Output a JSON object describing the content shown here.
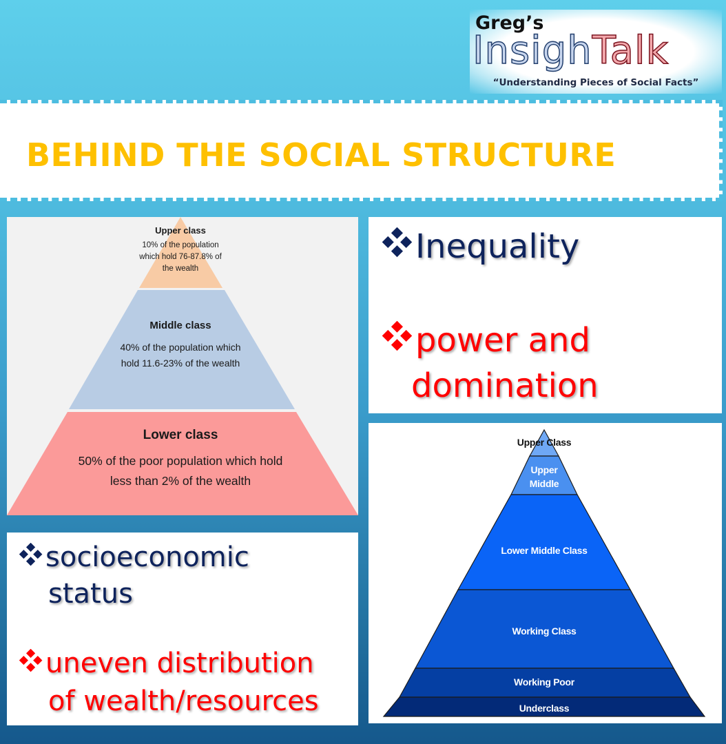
{
  "logo": {
    "line1": "Greg’s",
    "brand_part1": "Insigh",
    "brand_part2": "Talk",
    "tagline": "“Understanding Pieces of Social Facts”"
  },
  "title": "BEHIND THE SOCIAL STRUCTURE",
  "colors": {
    "title": "#fec000",
    "navy": "#0e235c",
    "red": "#ff0000",
    "upper_class": "#f8cba5",
    "middle_class": "#b8cce4",
    "lower_class": "#fb9a99"
  },
  "bullet_icon": "four-diamond-bullet-icon",
  "bullets_top_right": [
    {
      "lines": [
        "Inequality"
      ],
      "color": "navy"
    },
    {
      "lines": [
        "power and",
        "domination"
      ],
      "color": "red"
    }
  ],
  "bullets_bottom_left": [
    {
      "lines": [
        "socioeconomic",
        "status"
      ],
      "color": "navy"
    },
    {
      "lines": [
        "uneven distribution",
        "of wealth/resources"
      ],
      "color": "red"
    }
  ],
  "pyramid_wealth": {
    "tiers": [
      {
        "name": "Upper class",
        "desc_lines": [
          "10% of the population",
          "which hold 76-87.8% of",
          "the wealth"
        ]
      },
      {
        "name": "Middle class",
        "desc_lines": [
          "40% of the population which",
          "hold 11.6-23% of the wealth"
        ]
      },
      {
        "name": "Lower class",
        "desc_lines": [
          "50% of the poor population which hold",
          "less than 2% of the wealth"
        ]
      }
    ]
  },
  "pyramid_class": {
    "tiers": [
      {
        "name": "Upper Class"
      },
      {
        "name_lines": [
          "Upper",
          "Middle"
        ]
      },
      {
        "name": "Lower Middle Class"
      },
      {
        "name": "Working Class"
      },
      {
        "name": "Working Poor"
      },
      {
        "name": "Underclass"
      }
    ]
  }
}
